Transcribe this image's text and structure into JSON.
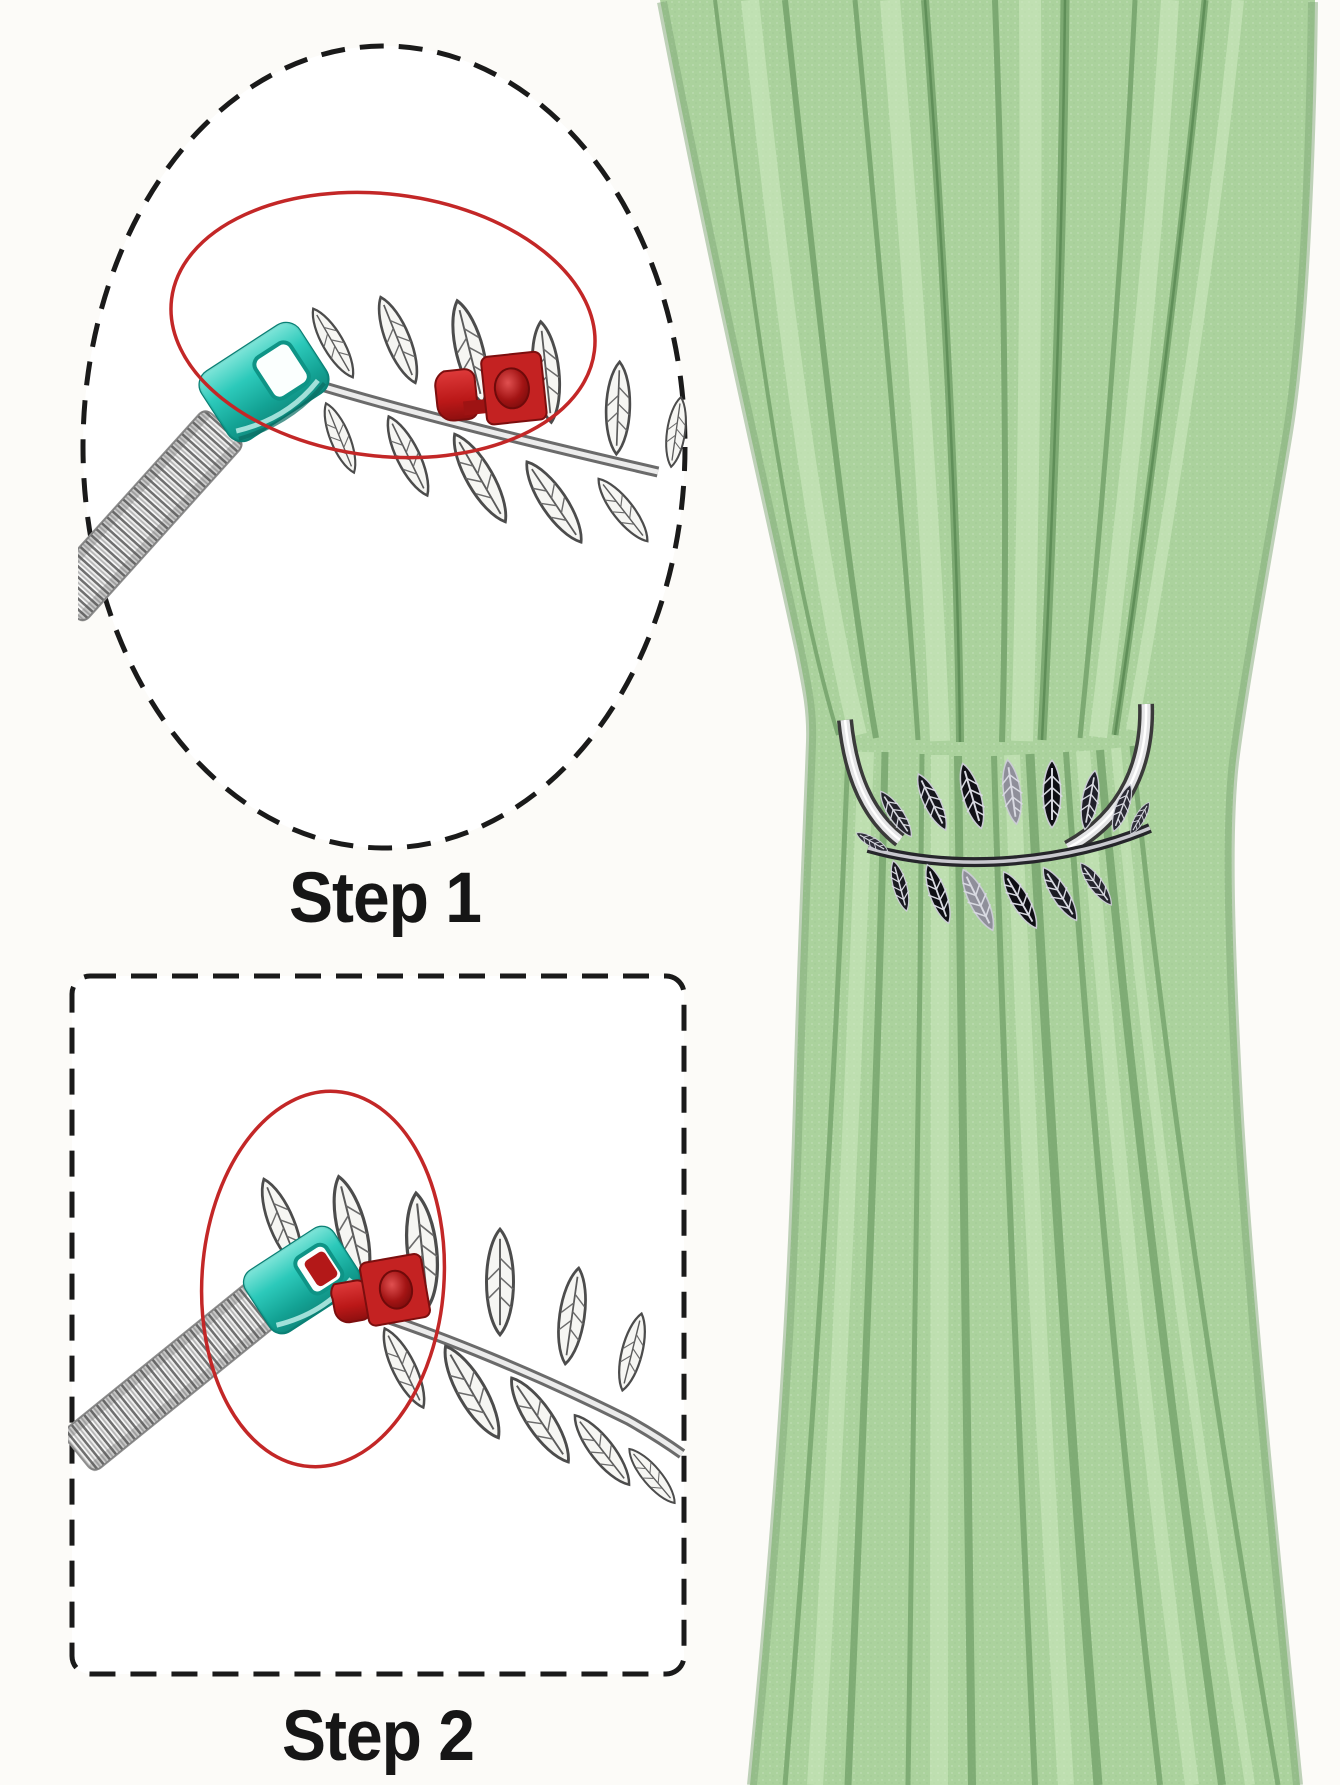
{
  "steps": [
    {
      "label": "Step 1",
      "callout_shape": "dashed-ellipse",
      "illustration": "tieback-clasp-unfastened"
    },
    {
      "label": "Step 2",
      "callout_shape": "dashed-rounded-rectangle",
      "illustration": "tieback-clasp-fastened"
    }
  ],
  "product": {
    "subject": "leaf-branch-curtain-tieback",
    "curtain_panel": "green-gathered-curtain"
  },
  "icons": {
    "callout_1": "dashed-oval-outline",
    "callout_2": "dashed-box-outline",
    "highlight": "red-ellipse-outline",
    "fastener_end": "teal-buckle",
    "fastener_hook": "red-clip",
    "band": "silver-spring-coil-band",
    "ornament": "silver-leaf-branch"
  },
  "colors": {
    "background": "#fcfbf8",
    "callout_border": "#1a1a1a",
    "label_black": "#161616",
    "highlight_red": "#c32727",
    "buckle_teal": "#2cc9ba",
    "clip_red": "#c42222",
    "metal_silver": "#d9d9de",
    "curtain_green": "#abd29d",
    "curtain_shadow_green": "#6f9e66",
    "curtain_highlight_green": "#d2ecc4",
    "tieback_leaf_dark": "#17171e"
  }
}
